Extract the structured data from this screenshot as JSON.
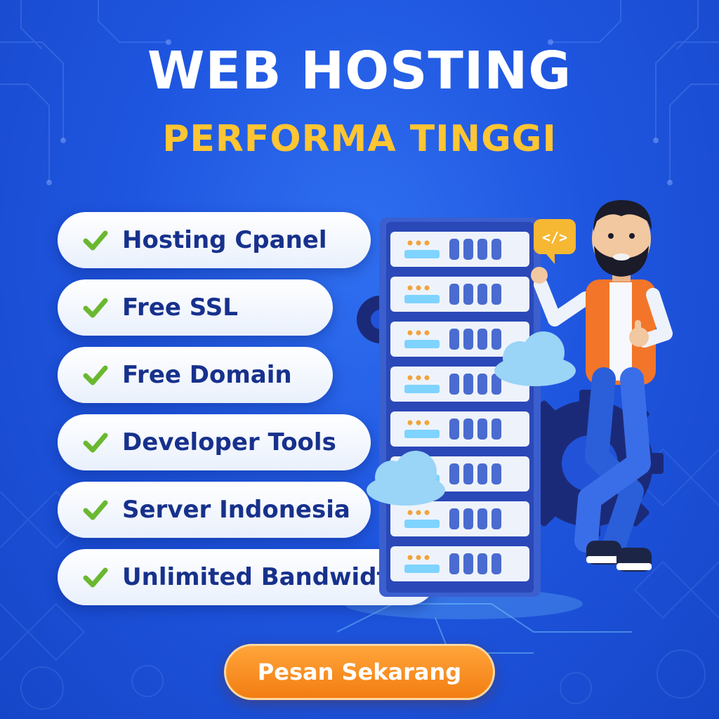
{
  "banner": {
    "title": "WEB HOSTING",
    "subtitle": "PERFORMA TINGGI",
    "features": [
      "Hosting Cpanel",
      "Free SSL",
      "Free Domain",
      "Developer Tools",
      "Server Indonesia",
      "Unlimited Bandwidth"
    ],
    "code_badge": "</>",
    "cta_label": "Pesan Sekarang"
  },
  "icons": {
    "feature_check": "check-icon",
    "code_badge": "code-icon",
    "cta": "none"
  },
  "colors": {
    "background": "#1f56e0",
    "title": "#ffffff",
    "subtitle": "#ffc533",
    "feature_text": "#17318c",
    "check": "#6ab830",
    "cta": "#f88a1e"
  }
}
